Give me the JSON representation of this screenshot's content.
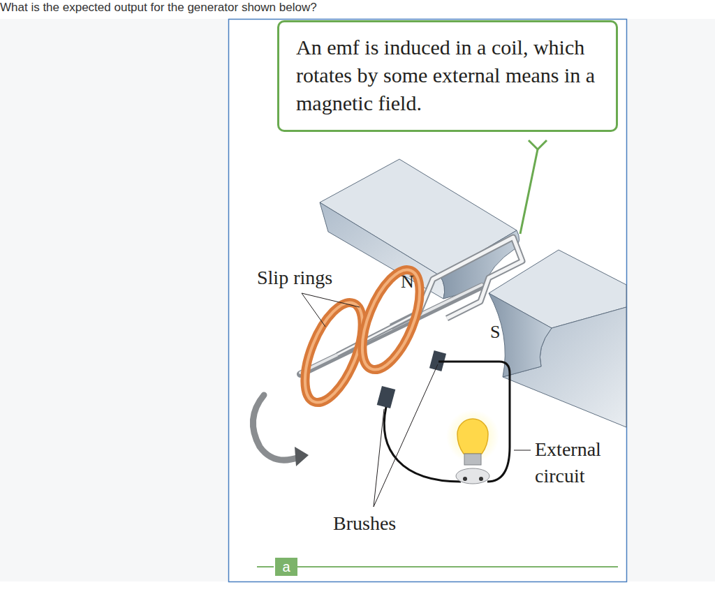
{
  "diagram": {
    "title": "What is the expected output for the generator shown below?",
    "nodes": [
      {
        "text": [
          "An emf is induced in a coil, which rotates by some external means in a magnetic field."
        ]
      },
      {
        "text": [
          "a"
        ]
      }
    ],
    "labels": [
      "Slip rings",
      "N",
      "S",
      "External circuit",
      "Brushes"
    ]
  }
}
